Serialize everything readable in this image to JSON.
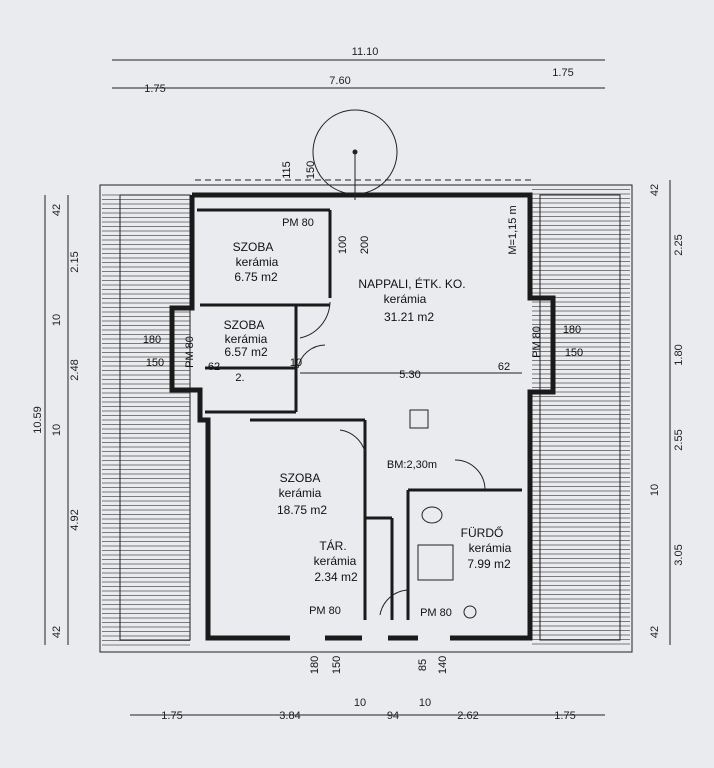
{
  "dimensions": {
    "top_total": "11.10",
    "top_left": "1.75",
    "top_mid": "7.60",
    "top_right": "1.75",
    "bottom_a": "1.75",
    "bottom_b": "3.84",
    "bottom_c": "10",
    "bottom_d": "94",
    "bottom_e": "10",
    "bottom_f": "2.62",
    "bottom_g": "1.75",
    "left_total": "10.59",
    "left_a": "42",
    "left_b": "2.15",
    "left_c": "10",
    "left_d": "2.48",
    "left_e": "10",
    "left_f": "4.92",
    "left_g": "42",
    "right_a": "42",
    "right_b": "2.25",
    "right_c": "1.80",
    "right_d": "2.55",
    "right_e": "10",
    "right_f": "3.05",
    "right_g": "42"
  },
  "openings": {
    "top_115": "115",
    "top_150": "150",
    "door_100": "100",
    "door_200": "200",
    "pm80_top": "PM 80",
    "left_180": "180",
    "left_150": "150",
    "pm80_left": "PM 80",
    "left_62": "62",
    "right_pm80": "PM 80",
    "right_180": "180",
    "right_150": "150",
    "right_62": "62",
    "mid_10": "10",
    "wall_2x": "2.",
    "wall_530": "5.30",
    "bottom_pm80_left": "PM 80",
    "bottom_pm80_right": "PM 80",
    "b_180": "180",
    "b_150": "150",
    "b_85": "85",
    "b_140": "140",
    "m_label": "M=1,15 m",
    "bm_label": "BM:2,30m"
  },
  "rooms": {
    "szoba1": {
      "name": "SZOBA",
      "floor": "kerámia",
      "area": "6.75 m2"
    },
    "nappali": {
      "name": "NAPPALI, ÉTK. KO.",
      "floor": "kerámia",
      "area": "31.21 m2"
    },
    "szoba2": {
      "name": "SZOBA",
      "floor": "kerámia",
      "area": "6.57 m2"
    },
    "szoba3": {
      "name": "SZOBA",
      "floor": "kerámia",
      "area": "18.75 m2"
    },
    "tar": {
      "name": "TÁR.",
      "floor": "kerámia",
      "area": "2.34 m2"
    },
    "furdo": {
      "name": "FÜRDŐ",
      "floor": "kerámia",
      "area": "7.99 m2"
    }
  }
}
